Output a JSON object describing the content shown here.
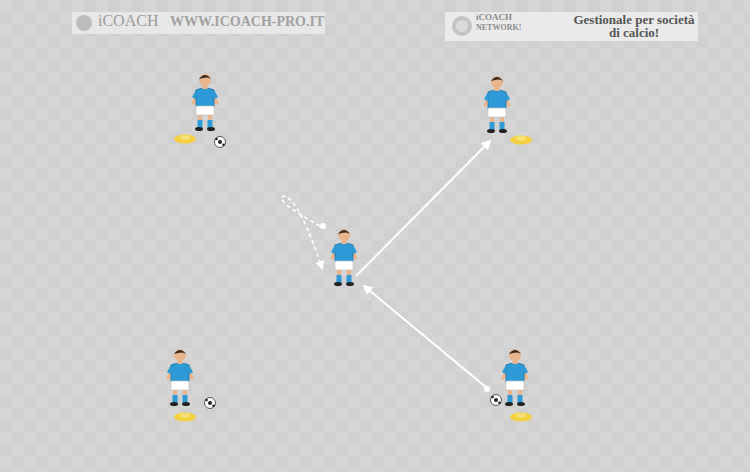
{
  "diagram": {
    "labels": [
      "iCOACH",
      "WWW.ICOACH-PRO.IT",
      "iCOACH",
      "NETWORK!",
      "Gestionale per società di calcio!"
    ]
  }
}
